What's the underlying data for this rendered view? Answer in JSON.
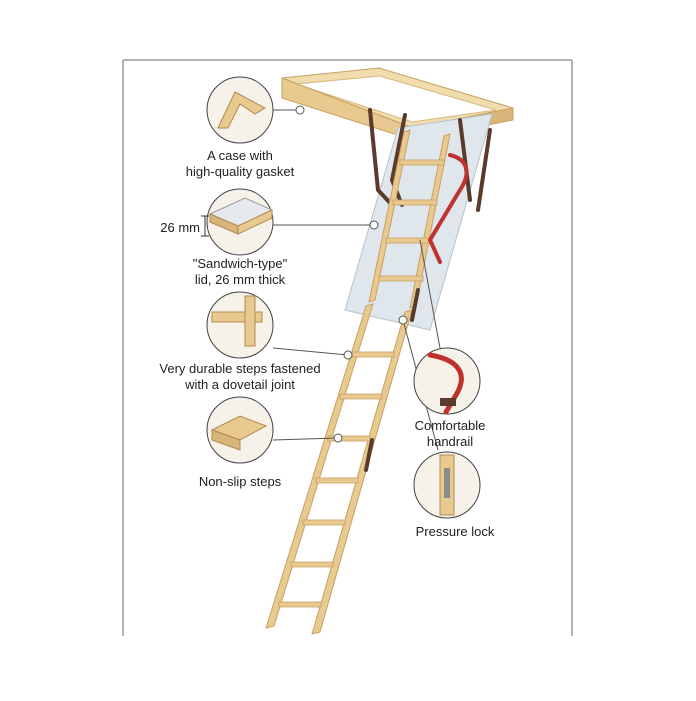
{
  "callouts": {
    "case": {
      "line1": "A case with",
      "line2": "high-quality gasket"
    },
    "thickness": {
      "dimension": "26 mm"
    },
    "lid": {
      "line1": "\"Sandwich-type\"",
      "line2": "lid, 26 mm thick"
    },
    "steps": {
      "line1": "Very durable steps fastened",
      "line2": "with a dovetail joint"
    },
    "nonslip": {
      "line1": "Non-slip steps"
    },
    "handrail": {
      "line1": "Comfortable",
      "line2": "handrail"
    },
    "lock": {
      "line1": "Pressure lock"
    }
  },
  "colors": {
    "wood": "#e8c98f",
    "wood_dark": "#c9a063",
    "lid": "#dfe6ec",
    "handrail": "#c0322e",
    "hinge": "#5a3a2a",
    "border": "#9a9a9a"
  }
}
